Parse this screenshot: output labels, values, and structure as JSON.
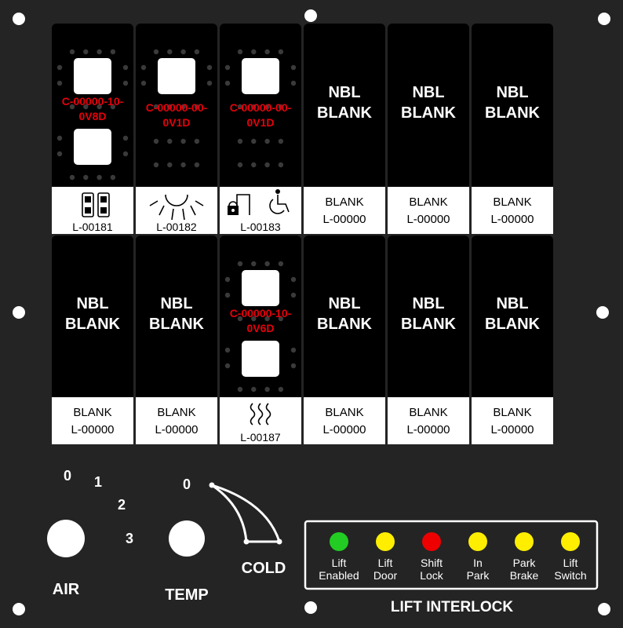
{
  "colors": {
    "panel": "#242424",
    "module": "#000000",
    "label_bg": "#ffffff",
    "part_code": "#e8000b",
    "led_green": "#22cc22",
    "led_yellow": "#ffee00",
    "led_red": "#ee0000"
  },
  "top_row": [
    {
      "type": "switch",
      "code_lines": [
        "C-00000-10-",
        "0V8D"
      ],
      "buttons": 2,
      "label_icon": "double-switch-icon",
      "label_text": "L-00181"
    },
    {
      "type": "switch",
      "code_lines": [
        "C-00000-00-",
        "0V1D"
      ],
      "buttons": 1,
      "label_icon": "light-icon",
      "label_text": "L-00182"
    },
    {
      "type": "switch",
      "code_lines": [
        "C-00000-00-",
        "0V1D"
      ],
      "buttons": 1,
      "label_icon": "lift-lock-wheelchair-icon",
      "label_text": "L-00183"
    },
    {
      "type": "blank",
      "blank_lines": [
        "NBL",
        "BLANK"
      ],
      "label_lines": [
        "BLANK",
        "L-00000"
      ]
    },
    {
      "type": "blank",
      "blank_lines": [
        "NBL",
        "BLANK"
      ],
      "label_lines": [
        "BLANK",
        "L-00000"
      ]
    },
    {
      "type": "blank",
      "blank_lines": [
        "NBL",
        "BLANK"
      ],
      "label_lines": [
        "BLANK",
        "L-00000"
      ]
    }
  ],
  "bottom_row": [
    {
      "type": "blank",
      "blank_lines": [
        "NBL",
        "BLANK"
      ],
      "label_lines": [
        "BLANK",
        "L-00000"
      ]
    },
    {
      "type": "blank",
      "blank_lines": [
        "NBL",
        "BLANK"
      ],
      "label_lines": [
        "BLANK",
        "L-00000"
      ]
    },
    {
      "type": "switch",
      "code_lines": [
        "C-00000-10-",
        "0V6D"
      ],
      "buttons": 2,
      "label_icon": "heat-icon",
      "label_text": "L-00187"
    },
    {
      "type": "blank",
      "blank_lines": [
        "NBL",
        "BLANK"
      ],
      "label_lines": [
        "BLANK",
        "L-00000"
      ]
    },
    {
      "type": "blank",
      "blank_lines": [
        "NBL",
        "BLANK"
      ],
      "label_lines": [
        "BLANK",
        "L-00000"
      ]
    },
    {
      "type": "blank",
      "blank_lines": [
        "NBL",
        "BLANK"
      ],
      "label_lines": [
        "BLANK",
        "L-00000"
      ]
    }
  ],
  "air_control": {
    "positions": [
      "0",
      "1",
      "2",
      "3"
    ],
    "label": "AIR"
  },
  "temp_control": {
    "min_label": "0",
    "max_label": "COLD",
    "label": "TEMP"
  },
  "lift_interlock": {
    "title": "LIFT INTERLOCK",
    "indicators": [
      {
        "lines": [
          "Lift",
          "Enabled"
        ],
        "color": "#22cc22"
      },
      {
        "lines": [
          "Lift",
          "Door"
        ],
        "color": "#ffee00"
      },
      {
        "lines": [
          "Shift",
          "Lock"
        ],
        "color": "#ee0000"
      },
      {
        "lines": [
          "In",
          "Park"
        ],
        "color": "#ffee00"
      },
      {
        "lines": [
          "Park",
          "Brake"
        ],
        "color": "#ffee00"
      },
      {
        "lines": [
          "Lift",
          "Switch"
        ],
        "color": "#ffee00"
      }
    ]
  }
}
